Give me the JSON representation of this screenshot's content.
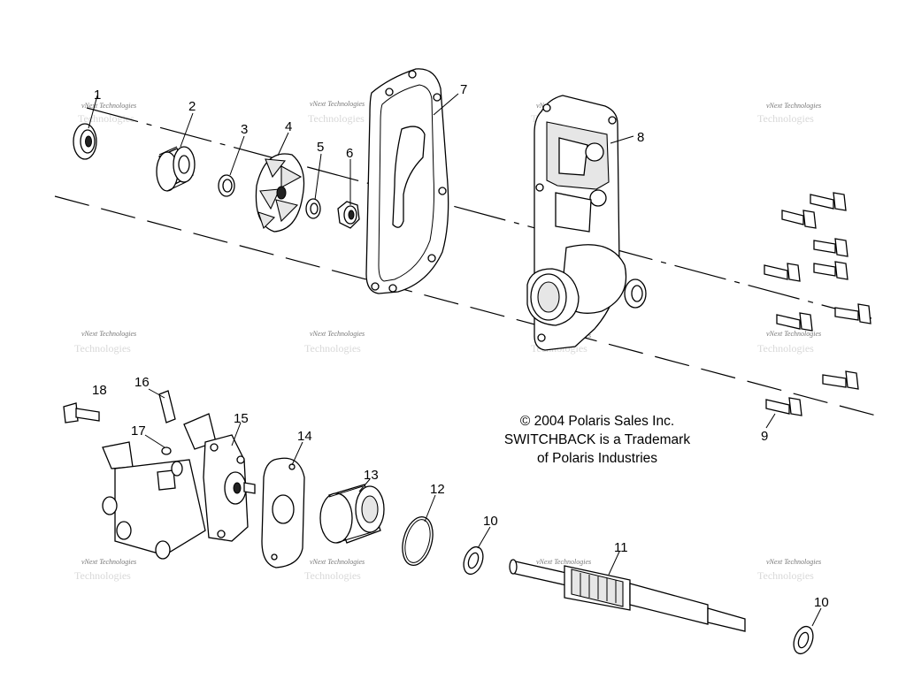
{
  "diagram": {
    "callouts": {
      "c1": "1",
      "c2": "2",
      "c3": "3",
      "c4": "4",
      "c5": "5",
      "c6": "6",
      "c7": "7",
      "c8": "8",
      "c9": "9",
      "c10a": "10",
      "c10b": "10",
      "c11": "11",
      "c12": "12",
      "c13": "13",
      "c14": "14",
      "c15": "15",
      "c16": "16",
      "c17": "17",
      "c18": "18"
    },
    "copyright": {
      "line1": "© 2004 Polaris Sales Inc.",
      "line2": "SWITCHBACK is a Trademark",
      "line3": "of Polaris Industries"
    },
    "watermark": {
      "text": "vNext Technologies",
      "ghost_text": "Technologies"
    }
  }
}
